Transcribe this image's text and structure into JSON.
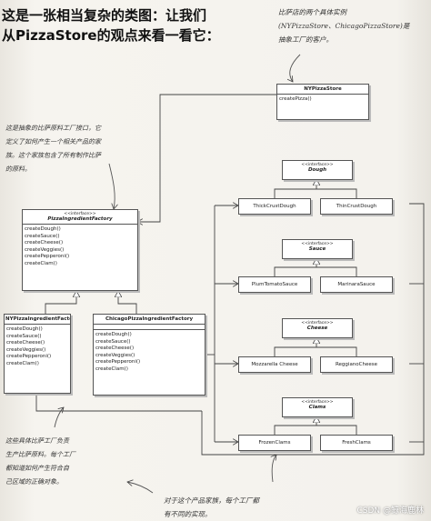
{
  "heading": {
    "line1": "这是一张相当复杂的类图：让我们",
    "line2": "从PizzaStore的观点来看一看它："
  },
  "notes": {
    "top_right": [
      "比萨店的两个具体实例",
      "(NYPizzaStore、ChicagoPizzaStore)是",
      "抽象工厂的客户。"
    ],
    "left_mid": [
      "这是抽象的比萨原料工厂接口，它",
      "定义了如何产生一个相关产品的家",
      "族。这个家族包含了所有制作比萨",
      "的原料。"
    ],
    "left_bottom": [
      "这些具体比萨工厂负责",
      "生产比萨原料。每个工厂",
      "都知道如何产生符合自",
      "己区域的正确对象。"
    ],
    "bottom": [
      "对于这个产品家族，每个工厂都",
      "有不同的实现。"
    ]
  },
  "nypizzastore": {
    "name": "NYPizzaStore",
    "ops": [
      "createPizza()"
    ]
  },
  "abstract_factory": {
    "stereotype": "<<interface>>",
    "name": "PizzaIngredientFactory",
    "ops": [
      "createDough()",
      "createSauce()",
      "createCheese()",
      "createVeggies()",
      "createPepperoni()",
      "createClam()"
    ]
  },
  "ny_factory": {
    "name": "NYPizzaIngredientFactory",
    "ops": [
      "createDough()",
      "createSauce()",
      "createCheese()",
      "createVeggies()",
      "createPepperoni()",
      "createClam()"
    ]
  },
  "chicago_factory": {
    "name": "ChicagoPizzaIngredientFactory",
    "ops": [
      "createDough()",
      "createSauce()",
      "createCheese()",
      "createVeggies()",
      "createPepperoni()",
      "createClam()"
    ]
  },
  "products": {
    "dough": {
      "stereotype": "<<interface>>",
      "name": "Dough",
      "impl1": "ThickCrustDough",
      "impl2": "ThinCrustDough"
    },
    "sauce": {
      "stereotype": "<<interface>>",
      "name": "Sauce",
      "impl1": "PlumTomatoSauce",
      "impl2": "MarinaraSauce"
    },
    "cheese": {
      "stereotype": "<<interface>>",
      "name": "Cheese",
      "impl1": "Mozzarella Cheese",
      "impl2": "ReggianoCheese"
    },
    "clams": {
      "stereotype": "<<interface>>",
      "name": "Clams",
      "impl1": "FrozenClams",
      "impl2": "FreshClams"
    }
  },
  "watermark": "CSDN @鲸海鹿林"
}
